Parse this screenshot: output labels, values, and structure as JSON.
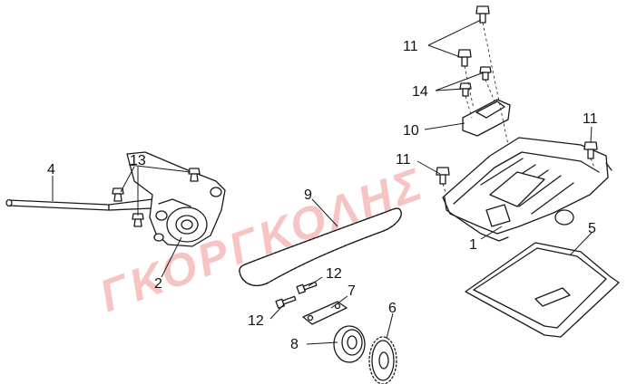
{
  "watermark": "ΓΚΟΡΓΚΟΛΗΣ",
  "watermark_color": "#f19595",
  "callouts": [
    {
      "id": "4",
      "text": "4"
    },
    {
      "id": "13",
      "text": "13"
    },
    {
      "id": "2",
      "text": "2"
    },
    {
      "id": "9",
      "text": "9"
    },
    {
      "id": "12a",
      "text": "12"
    },
    {
      "id": "12b",
      "text": "12"
    },
    {
      "id": "7",
      "text": "7"
    },
    {
      "id": "8",
      "text": "8"
    },
    {
      "id": "6",
      "text": "6"
    },
    {
      "id": "11a",
      "text": "11"
    },
    {
      "id": "14",
      "text": "14"
    },
    {
      "id": "10",
      "text": "10"
    },
    {
      "id": "11b",
      "text": "11"
    },
    {
      "id": "11c",
      "text": "11"
    },
    {
      "id": "1",
      "text": "1"
    },
    {
      "id": "5",
      "text": "5"
    }
  ]
}
